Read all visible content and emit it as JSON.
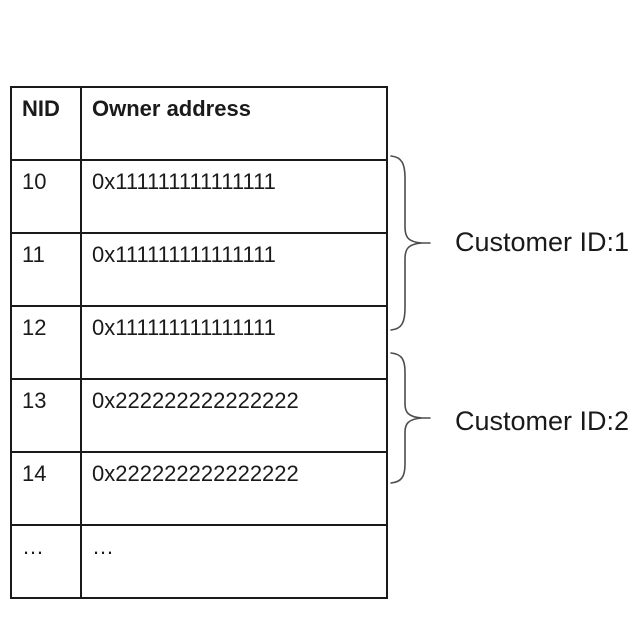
{
  "figure": {
    "table": {
      "headers": [
        "NID",
        "Owner address"
      ],
      "rows": [
        {
          "nid": "10",
          "owner_address": "0x111111111111111"
        },
        {
          "nid": "11",
          "owner_address": "0x111111111111111"
        },
        {
          "nid": "12",
          "owner_address": "0x111111111111111"
        },
        {
          "nid": "13",
          "owner_address": "0x222222222222222"
        },
        {
          "nid": "14",
          "owner_address": "0x222222222222222"
        },
        {
          "nid": "…",
          "owner_address": "…"
        }
      ]
    },
    "annotations": [
      {
        "label": "Customer ID:1",
        "grouped_nids": [
          "10",
          "11",
          "12"
        ]
      },
      {
        "label": "Customer ID:2",
        "grouped_nids": [
          "13",
          "14"
        ]
      }
    ],
    "colors": {
      "background": "#ffffff",
      "table_border": "#1a1a1a",
      "text": "#1a1a1a",
      "brace": "#4d4d4d"
    }
  }
}
